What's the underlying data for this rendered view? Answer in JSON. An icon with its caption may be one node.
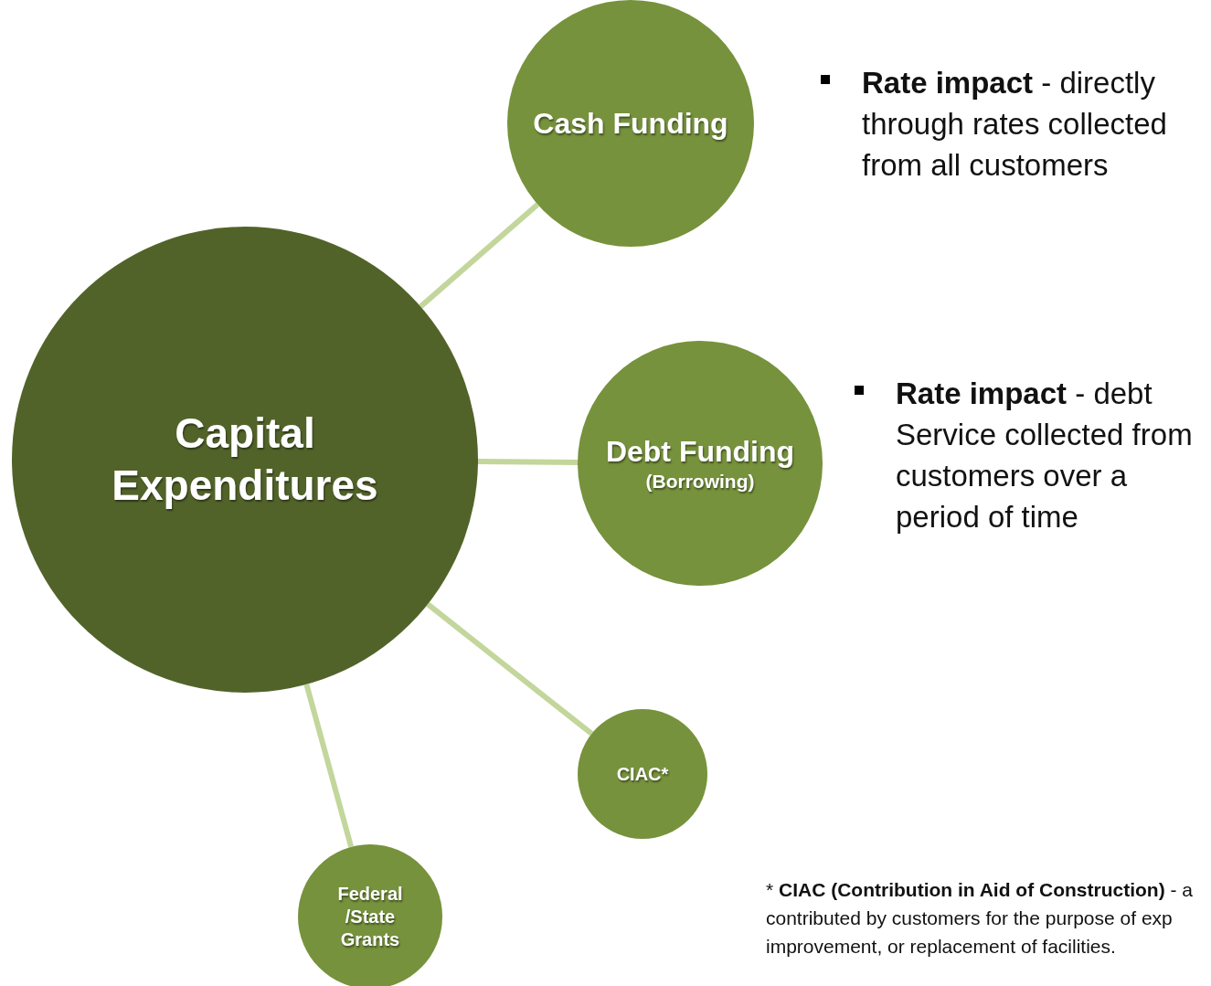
{
  "diagram": {
    "nodes": [
      {
        "text": [
          "Capital Expenditures"
        ]
      },
      {
        "text": [
          "Cash Funding"
        ],
        "beside": [
          "**Rate impact** - directly through rates collected from all customers"
        ]
      },
      {
        "text": [
          "Debt Funding",
          "(Borrowing)"
        ],
        "beside": [
          "**Rate impact** - debt Service collected from customers over a period of time"
        ]
      },
      {
        "text": [
          "CIAC*"
        ]
      },
      {
        "text": [
          "Federal /State Grants"
        ]
      }
    ],
    "edges": [
      {
        "from": 0,
        "to": 1,
        "arrow": "none"
      },
      {
        "from": 0,
        "to": 2,
        "arrow": "none"
      },
      {
        "from": 0,
        "to": 3,
        "arrow": "none"
      },
      {
        "from": 0,
        "to": 4,
        "arrow": "none"
      }
    ],
    "labels": [
      "* **CIAC (Contribution in Aid of Construction)** - a contributed by customers for the purpose of exp improvement, or replacement of facilities."
    ]
  }
}
